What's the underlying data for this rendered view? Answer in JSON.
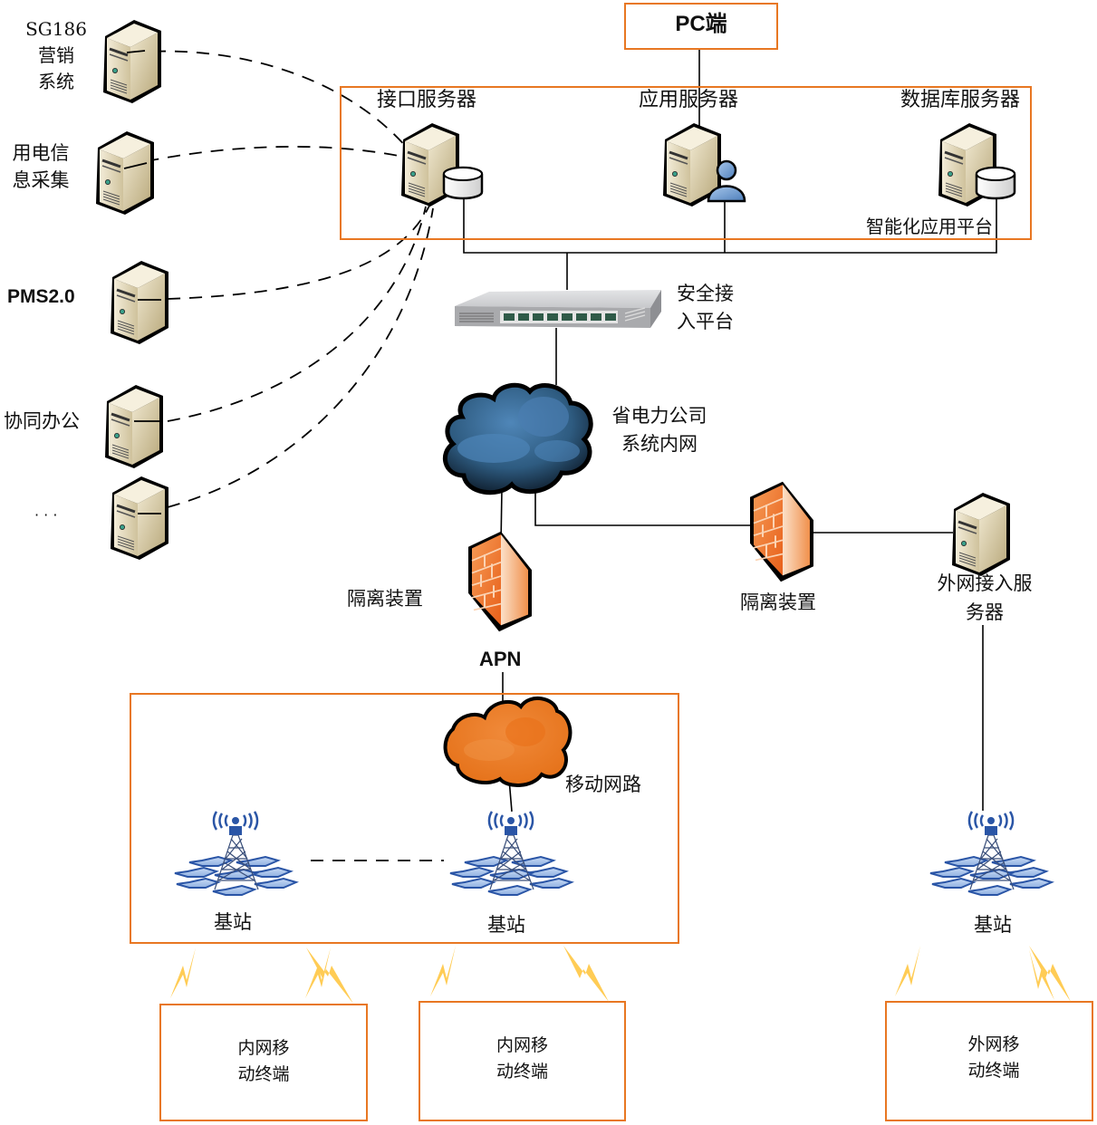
{
  "title": "省电力公司移动应用网络架构图",
  "colors": {
    "box_border": "#e87722",
    "line": "#000000",
    "cloud_internal": "#2e5b80",
    "cloud_mobile": "#ee7b22",
    "firewall": "#f0782a",
    "lightning": "#ffcc55",
    "server_body": "#ddd2b4",
    "tower_blue": "#2a55a6",
    "hex_blue": "#a9c3ea"
  },
  "top": {
    "pc_label": "PC端",
    "platform_label": "智能化应用平台",
    "servers": [
      {
        "label": "接口服务器",
        "icon": "server-with-database-icon"
      },
      {
        "label": "应用服务器",
        "icon": "server-with-user-icon"
      },
      {
        "label": "数据库服务器",
        "icon": "server-with-database-icon"
      }
    ]
  },
  "external_systems": [
    {
      "label": "SG186\n营销\n系统"
    },
    {
      "label": "用电信\n息采集"
    },
    {
      "label": "PMS2.0"
    },
    {
      "label": "协同办公"
    },
    {
      "label": "· · ·"
    }
  ],
  "security_platform": {
    "label": "安全接\n入平台",
    "icon": "switch-icon"
  },
  "internal_network": {
    "label": "省电力公司\n系统内网",
    "icon": "cloud-icon"
  },
  "isolation_left": {
    "label": "隔离装置",
    "icon": "firewall-icon"
  },
  "isolation_right": {
    "label": "隔离装置",
    "icon": "firewall-icon"
  },
  "apn_label": "APN",
  "external_server": {
    "label": "外网接入服\n务器",
    "icon": "server-icon"
  },
  "mobile_network": {
    "label": "移动网路",
    "icon": "cloud-icon"
  },
  "base_stations": [
    {
      "label": "基站"
    },
    {
      "label": "基站"
    },
    {
      "label": "基站"
    }
  ],
  "terminals": [
    {
      "label": "内网移\n动终端"
    },
    {
      "label": "内网移\n动终端"
    },
    {
      "label": "外网移\n动终端"
    }
  ]
}
